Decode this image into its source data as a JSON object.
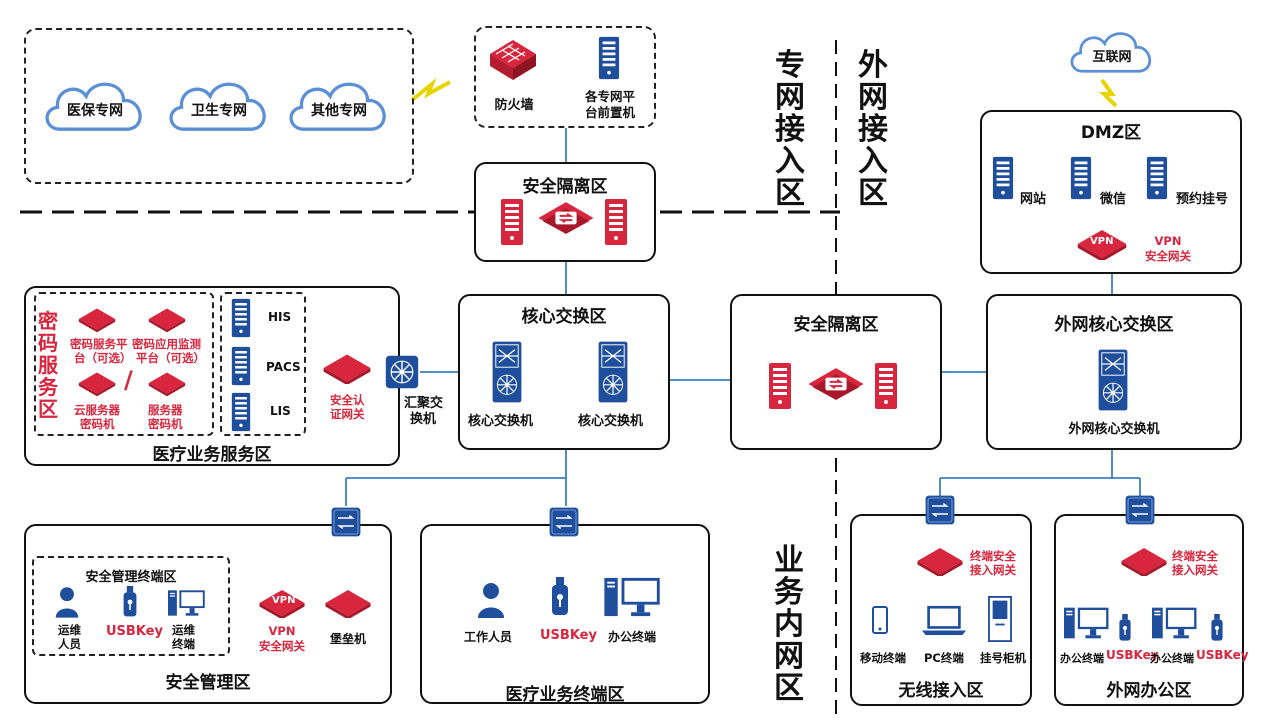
{
  "zones": {
    "private_access": "专网接入区",
    "external_access": "外网接入区",
    "internal": "业务内网区"
  },
  "clouds": {
    "medical_insurance": "医保专网",
    "health": "卫生专网",
    "other": "其他专网",
    "internet": "互联网"
  },
  "private_front": {
    "firewall": "防火墙",
    "frontend_line1": "各专网平",
    "frontend_line2": "台前置机"
  },
  "isolation_top": {
    "title": "安全隔离区"
  },
  "isolation_mid": {
    "title": "安全隔离区"
  },
  "core": {
    "title": "核心交换区",
    "switch1": "核心交换机",
    "switch2": "核心交换机"
  },
  "aggregation": {
    "line1": "汇聚交",
    "line2": "换机"
  },
  "crypto": {
    "title_chars": [
      "密",
      "码",
      "服",
      "务",
      "区"
    ],
    "platform_line1": "密码服务平",
    "platform_line2": "台（可选）",
    "monitor_line1": "密码应用监测",
    "monitor_line2": "平台（可选）",
    "slash": "/",
    "cloud_crypto_line1": "云服务器",
    "cloud_crypto_line2": "密码机",
    "server_crypto_line1": "服务器",
    "server_crypto_line2": "密码机"
  },
  "medical_service": {
    "title": "医疗业务服务区",
    "his": "HIS",
    "pacs": "PACS",
    "lis": "LIS",
    "auth_gw_line1": "安全认",
    "auth_gw_line2": "证网关"
  },
  "dmz": {
    "title": "DMZ区",
    "website": "网站",
    "wechat": "微信",
    "appointment": "预约挂号",
    "vpn_badge": "VPN",
    "vpn_line1": "VPN",
    "vpn_line2": "安全网关"
  },
  "ext_core": {
    "title": "外网核心交换区",
    "switch": "外网核心交换机"
  },
  "sec_mgmt": {
    "title": "安全管理区",
    "terminal_zone": "安全管理终端区",
    "ops_person_line1": "运维",
    "ops_person_line2": "人员",
    "usbkey": "USBKey",
    "ops_term_line1": "运维",
    "ops_term_line2": "终端",
    "vpn_badge": "VPN",
    "vpn_line1": "VPN",
    "vpn_line2": "安全网关",
    "bastion": "堡垒机"
  },
  "medical_terminal": {
    "title": "医疗业务终端区",
    "staff": "工作人员",
    "usbkey": "USBKey",
    "office": "办公终端"
  },
  "wireless": {
    "title": "无线接入区",
    "gw_line1": "终端安全",
    "gw_line2": "接入网关",
    "mobile": "移动终端",
    "pc": "PC终端",
    "kiosk": "挂号柜机"
  },
  "ext_office": {
    "title": "外网办公区",
    "gw_line1": "终端安全",
    "gw_line2": "接入网关",
    "office1": "办公终端",
    "usbkey1": "USBKey",
    "office2": "办公终端",
    "usbkey2": "USBKey"
  },
  "colors": {
    "red": "#d7263d",
    "blue": "#1f4e9c",
    "line": "#3f7fc0"
  }
}
